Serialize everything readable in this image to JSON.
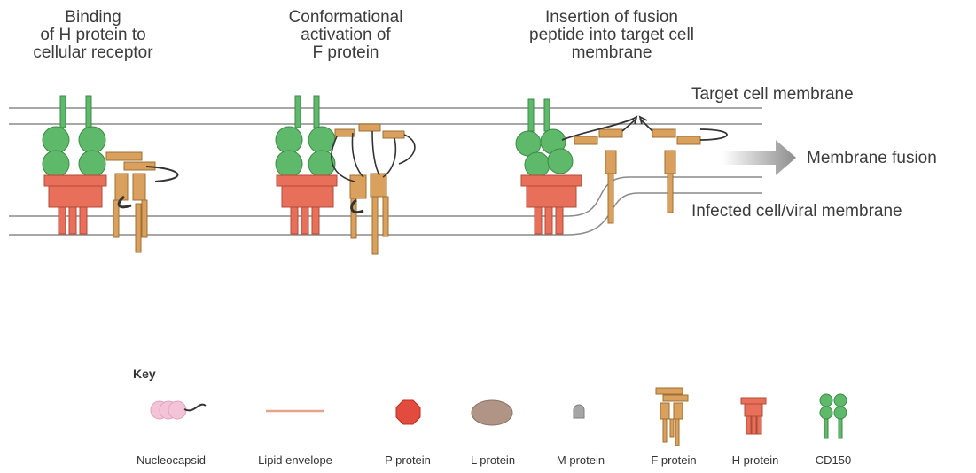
{
  "steps": [
    {
      "line1": "Binding",
      "line2": "of H protein to",
      "line3": "cellular receptor"
    },
    {
      "line1": "Conformational",
      "line2": "activation of",
      "line3": "F protein"
    },
    {
      "line1": "Insertion of fusion",
      "line2": "peptide into target cell",
      "line3": "membrane"
    }
  ],
  "labels": {
    "target_membrane": "Target cell membrane",
    "membrane_fusion": "Membrane fusion",
    "infected_membrane": "Infected cell/viral membrane"
  },
  "key": {
    "title": "Key",
    "items": [
      "Nucleocapsid",
      "Lipid envelope",
      "P protein",
      "L protein",
      "M protein",
      "F protein",
      "H protein",
      "CD150"
    ]
  },
  "colors": {
    "green": "#5fb96a",
    "salmon": "#e8705a",
    "tan": "#d9a05e",
    "membrane": "#8a8a8a",
    "arrow": "#9a9a9a"
  }
}
